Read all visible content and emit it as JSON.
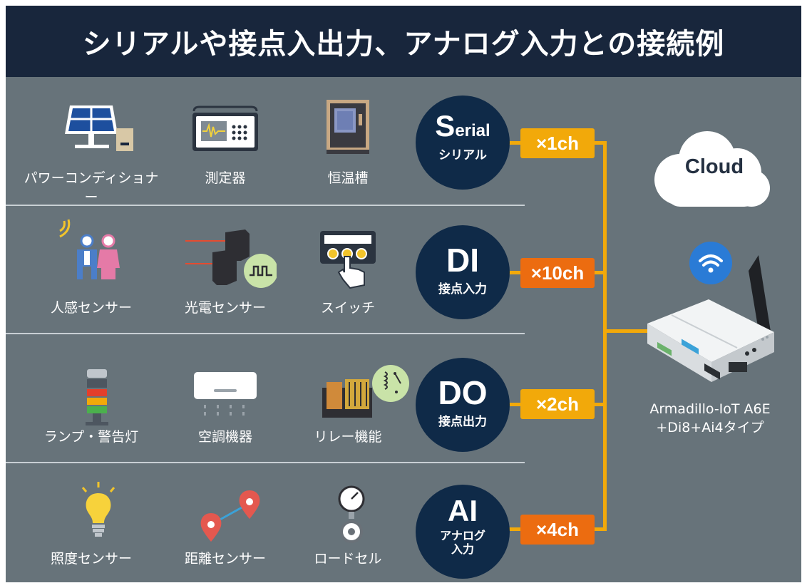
{
  "title": "シリアルや接点入出力、アナログ入力との接続例",
  "rows": [
    {
      "devices": [
        {
          "label": "パワーコンディショナー",
          "icon": "solar-panel-icon"
        },
        {
          "label": "測定器",
          "icon": "measuring-instrument-icon"
        },
        {
          "label": "恒温槽",
          "icon": "thermostatic-chamber-icon"
        }
      ],
      "badge": {
        "main": "Serial",
        "sub": [
          "シリアル"
        ]
      },
      "channels": "×1ch",
      "channel_color": "#f2a90a"
    },
    {
      "devices": [
        {
          "label": "人感センサー",
          "icon": "motion-sensor-icon"
        },
        {
          "label": "光電センサー",
          "icon": "photoelectric-sensor-icon"
        },
        {
          "label": "スイッチ",
          "icon": "switch-icon"
        }
      ],
      "badge": {
        "main": "DI",
        "sub": [
          "接点入力"
        ]
      },
      "channels": "×10ch",
      "channel_color": "#ec6c10"
    },
    {
      "devices": [
        {
          "label": "ランプ・警告灯",
          "icon": "warning-lamp-icon"
        },
        {
          "label": "空調機器",
          "icon": "air-conditioner-icon"
        },
        {
          "label": "リレー機能",
          "icon": "relay-icon"
        }
      ],
      "badge": {
        "main": "DO",
        "sub": [
          "接点出力"
        ]
      },
      "channels": "×2ch",
      "channel_color": "#f2a90a"
    },
    {
      "devices": [
        {
          "label": "照度センサー",
          "icon": "light-bulb-icon"
        },
        {
          "label": "距離センサー",
          "icon": "map-pin-icon"
        },
        {
          "label": "ロードセル",
          "icon": "load-cell-icon"
        }
      ],
      "badge": {
        "main": "AI",
        "sub": [
          "アナログ",
          "入力"
        ]
      },
      "channels": "×4ch",
      "channel_color": "#ec6c10"
    }
  ],
  "cloud": "Cloud",
  "product": {
    "line1": "Armadillo-IoT A6E",
    "line2": "+Di8+Ai4タイプ"
  },
  "colors": {
    "background": "#67737a",
    "title_bar": "#18263c",
    "badge": "#0f2a48",
    "wire": "#f2a90a",
    "accent_orange": "#ec6c10",
    "wifi": "#2a7bd6"
  }
}
